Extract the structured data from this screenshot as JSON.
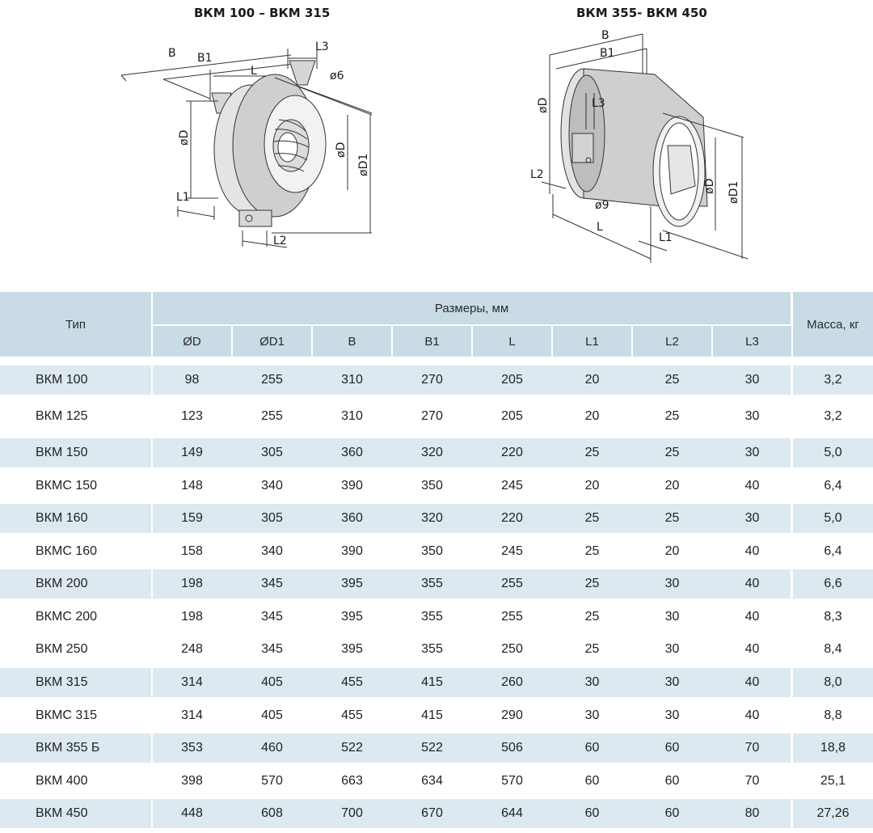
{
  "figures": {
    "left_title": "ВКМ 100 – ВКМ 315",
    "right_title": "ВКМ 355- ВКМ 450",
    "left_labels": {
      "b": "B",
      "b1": "B1",
      "l": "L",
      "l3": "L3",
      "phi6": "ø6",
      "d": "øD",
      "d_front": "øD",
      "d1": "øD1",
      "l1": "L1",
      "l2": "L2"
    },
    "right_labels": {
      "b": "B",
      "b1": "B1",
      "d": "øD",
      "l3": "L3",
      "l2": "L2",
      "phi9": "ø9",
      "l": "L",
      "l1": "L1",
      "d_right": "øD",
      "d1": "øD1"
    }
  },
  "table": {
    "type_header": "Тип",
    "dims_header": "Размеры, мм",
    "mass_header": "Масса, кг",
    "columns": [
      "ØD",
      "ØD1",
      "B",
      "B1",
      "L",
      "L1",
      "L2",
      "L3"
    ],
    "rows": [
      {
        "type": "ВКМ 100",
        "values": [
          "98",
          "255",
          "310",
          "270",
          "205",
          "20",
          "25",
          "30"
        ],
        "mass": "3,2"
      },
      {
        "type": "ВКМ 125",
        "values": [
          "123",
          "255",
          "310",
          "270",
          "205",
          "20",
          "25",
          "30"
        ],
        "mass": "3,2"
      },
      {
        "type": "ВКМ 150",
        "values": [
          "149",
          "305",
          "360",
          "320",
          "220",
          "25",
          "25",
          "30"
        ],
        "mass": "5,0"
      },
      {
        "type": "ВКМС 150",
        "values": [
          "148",
          "340",
          "390",
          "350",
          "245",
          "20",
          "20",
          "40"
        ],
        "mass": "6,4"
      },
      {
        "type": "ВКМ 160",
        "values": [
          "159",
          "305",
          "360",
          "320",
          "220",
          "25",
          "25",
          "30"
        ],
        "mass": "5,0"
      },
      {
        "type": "ВКМС 160",
        "values": [
          "158",
          "340",
          "390",
          "350",
          "245",
          "25",
          "20",
          "40"
        ],
        "mass": "6,4"
      },
      {
        "type": "ВКМ 200",
        "values": [
          "198",
          "345",
          "395",
          "355",
          "255",
          "25",
          "30",
          "40"
        ],
        "mass": "6,6"
      },
      {
        "type": "ВКМС 200",
        "values": [
          "198",
          "345",
          "395",
          "355",
          "255",
          "25",
          "30",
          "40"
        ],
        "mass": "8,3"
      },
      {
        "type": "ВКМ 250",
        "values": [
          "248",
          "345",
          "395",
          "355",
          "250",
          "25",
          "30",
          "40"
        ],
        "mass": "8,4"
      },
      {
        "type": "ВКМ 315",
        "values": [
          "314",
          "405",
          "455",
          "415",
          "260",
          "30",
          "30",
          "40"
        ],
        "mass": "8,0"
      },
      {
        "type": "ВКМС 315",
        "values": [
          "314",
          "405",
          "455",
          "415",
          "290",
          "30",
          "30",
          "40"
        ],
        "mass": "8,8"
      },
      {
        "type": "ВКМ 355 Б",
        "values": [
          "353",
          "460",
          "522",
          "522",
          "506",
          "60",
          "60",
          "70"
        ],
        "mass": "18,8"
      },
      {
        "type": "ВКМ 400",
        "values": [
          "398",
          "570",
          "663",
          "634",
          "570",
          "60",
          "60",
          "70"
        ],
        "mass": "25,1"
      },
      {
        "type": "ВКМ 450",
        "values": [
          "448",
          "608",
          "700",
          "670",
          "644",
          "60",
          "60",
          "80"
        ],
        "mass": "27,26"
      }
    ]
  },
  "colors": {
    "header_bg": "#c9dce6",
    "stripe_bg": "#dde9f0"
  }
}
